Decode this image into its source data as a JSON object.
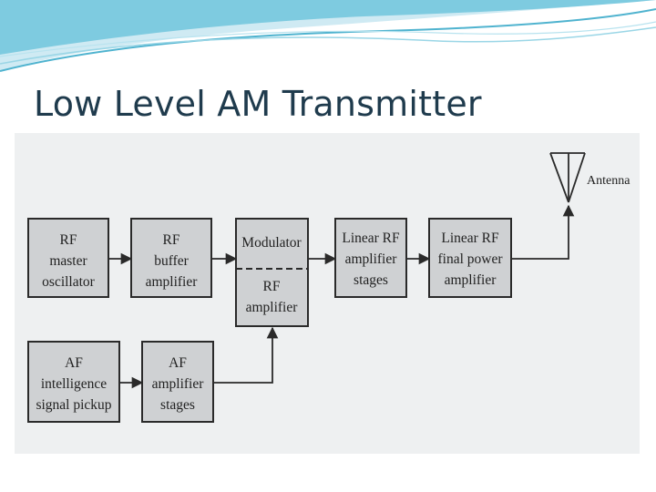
{
  "slide": {
    "title": "Low Level AM Transmitter"
  },
  "diagram": {
    "blocks": {
      "rf_master_oscillator": [
        "RF",
        "master",
        "oscillator"
      ],
      "rf_buffer_amplifier": [
        "RF",
        "buffer",
        "amplifier"
      ],
      "modulator_top": [
        "Modulator"
      ],
      "modulator_bottom": [
        "RF",
        "amplifier"
      ],
      "linear_rf_amplifier_stages": [
        "Linear RF",
        "amplifier",
        "stages"
      ],
      "linear_rf_final_power_amplifier": [
        "Linear RF",
        "final power",
        "amplifier"
      ],
      "af_intelligence_signal_pickup": [
        "AF",
        "intelligence",
        "signal pickup"
      ],
      "af_amplifier_stages": [
        "AF",
        "amplifier",
        "stages"
      ]
    },
    "antenna_label": "Antenna"
  },
  "colors": {
    "title": "#1f3b4d",
    "block_fill": "#cfd1d3",
    "figure_background": "#eef0f1",
    "accent_wave": "#4fb3cf"
  }
}
